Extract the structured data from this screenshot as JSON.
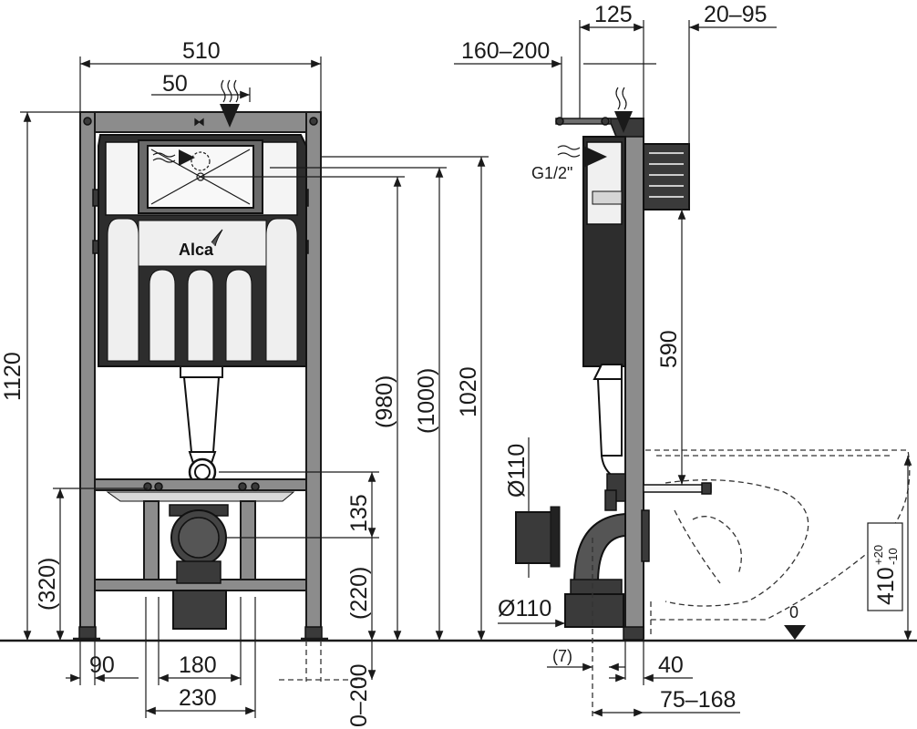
{
  "front_view": {
    "frame_width": "510",
    "inlet_offset": "50",
    "total_height": "1120",
    "height_980": "(980)",
    "height_1000": "(1000)",
    "height_1020": "1020",
    "drain_height_135": "135",
    "drain_height_220": "(220)",
    "foot_height_320": "(320)",
    "foot_spacing_90": "90",
    "pipe_width_180": "180",
    "pipe_width_230": "230",
    "foot_adjust": "0–200",
    "brand_logo": "Alca"
  },
  "side_view": {
    "depth_125": "125",
    "depth_20_95": "20–95",
    "depth_160_200": "160–200",
    "water_inlet": "G1/2\"",
    "bolt_height_590": "590",
    "pipe_diameter_top": "Ø110",
    "pipe_diameter_bottom": "Ø110",
    "offset_7": "(7)",
    "offset_40": "40",
    "offset_75_168": "75–168",
    "floor_zero": "0",
    "bowl_height": "410",
    "bowl_tolerance_plus": "+20",
    "bowl_tolerance_minus": "-10"
  }
}
